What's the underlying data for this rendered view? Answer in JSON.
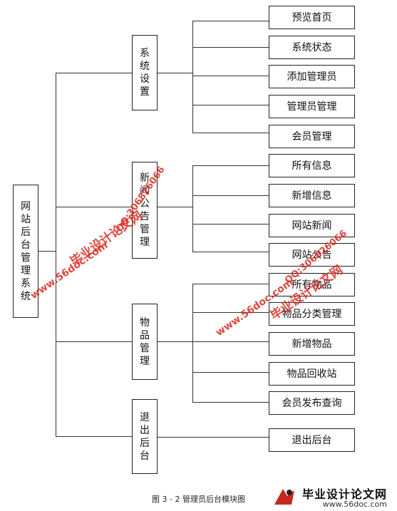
{
  "root": {
    "label": "网站后台管理系统"
  },
  "groups": [
    {
      "label": "系统设置",
      "children": [
        "预览首页",
        "系统状态",
        "添加管理员",
        "管理员管理",
        "会员管理"
      ]
    },
    {
      "label": "新闻公告管理",
      "children": [
        "所有信息",
        "新增信息",
        "网站新闻",
        "网站公告"
      ]
    },
    {
      "label": "物品管理",
      "children": [
        "所有物品",
        "物品分类管理",
        "新增物品",
        "物品回收站",
        "会员发布查询"
      ]
    },
    {
      "label": "退出后台",
      "children": [
        "退出后台"
      ]
    }
  ],
  "caption": "图 3 - 2 管理员后台模块图",
  "watermarks": {
    "site_title": "毕业设计论文网",
    "site_url": "www.56doc.com",
    "qq": "QQ:306826066"
  },
  "logo": {
    "title": "毕业设计论文网",
    "url": "www.56doc.com"
  }
}
